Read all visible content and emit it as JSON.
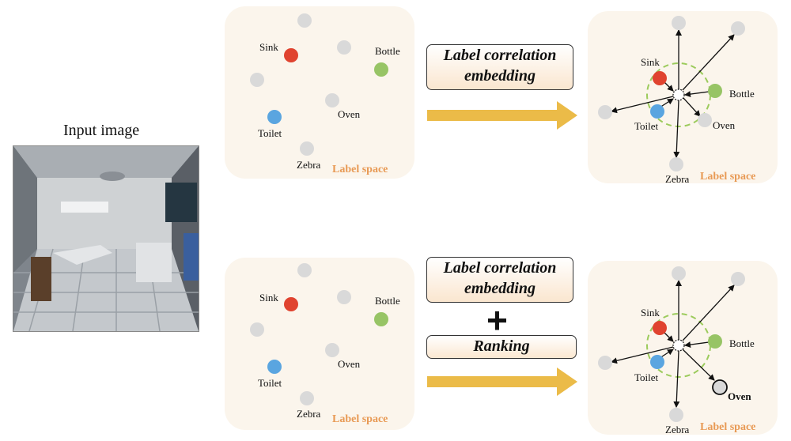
{
  "input_image": {
    "title": "Input image"
  },
  "panels": {
    "space_label": "Label space"
  },
  "labels": {
    "sink": "Sink",
    "bottle": "Bottle",
    "toilet": "Toilet",
    "oven": "Oven",
    "zebra": "Zebra"
  },
  "boxes": {
    "label_corr_line1": "Label correlation",
    "label_corr_line2": "embedding",
    "ranking": "Ranking",
    "plus": "+"
  },
  "colors": {
    "sink": "#e0432f",
    "bottle": "#97c465",
    "toilet": "#5aa5e0",
    "neutral": "#d9d9d9",
    "arrow": "#ebbb48",
    "panel": "#fbf5ec",
    "label_space": "#e89a55",
    "dashed_circle": "#9ccb5c"
  }
}
